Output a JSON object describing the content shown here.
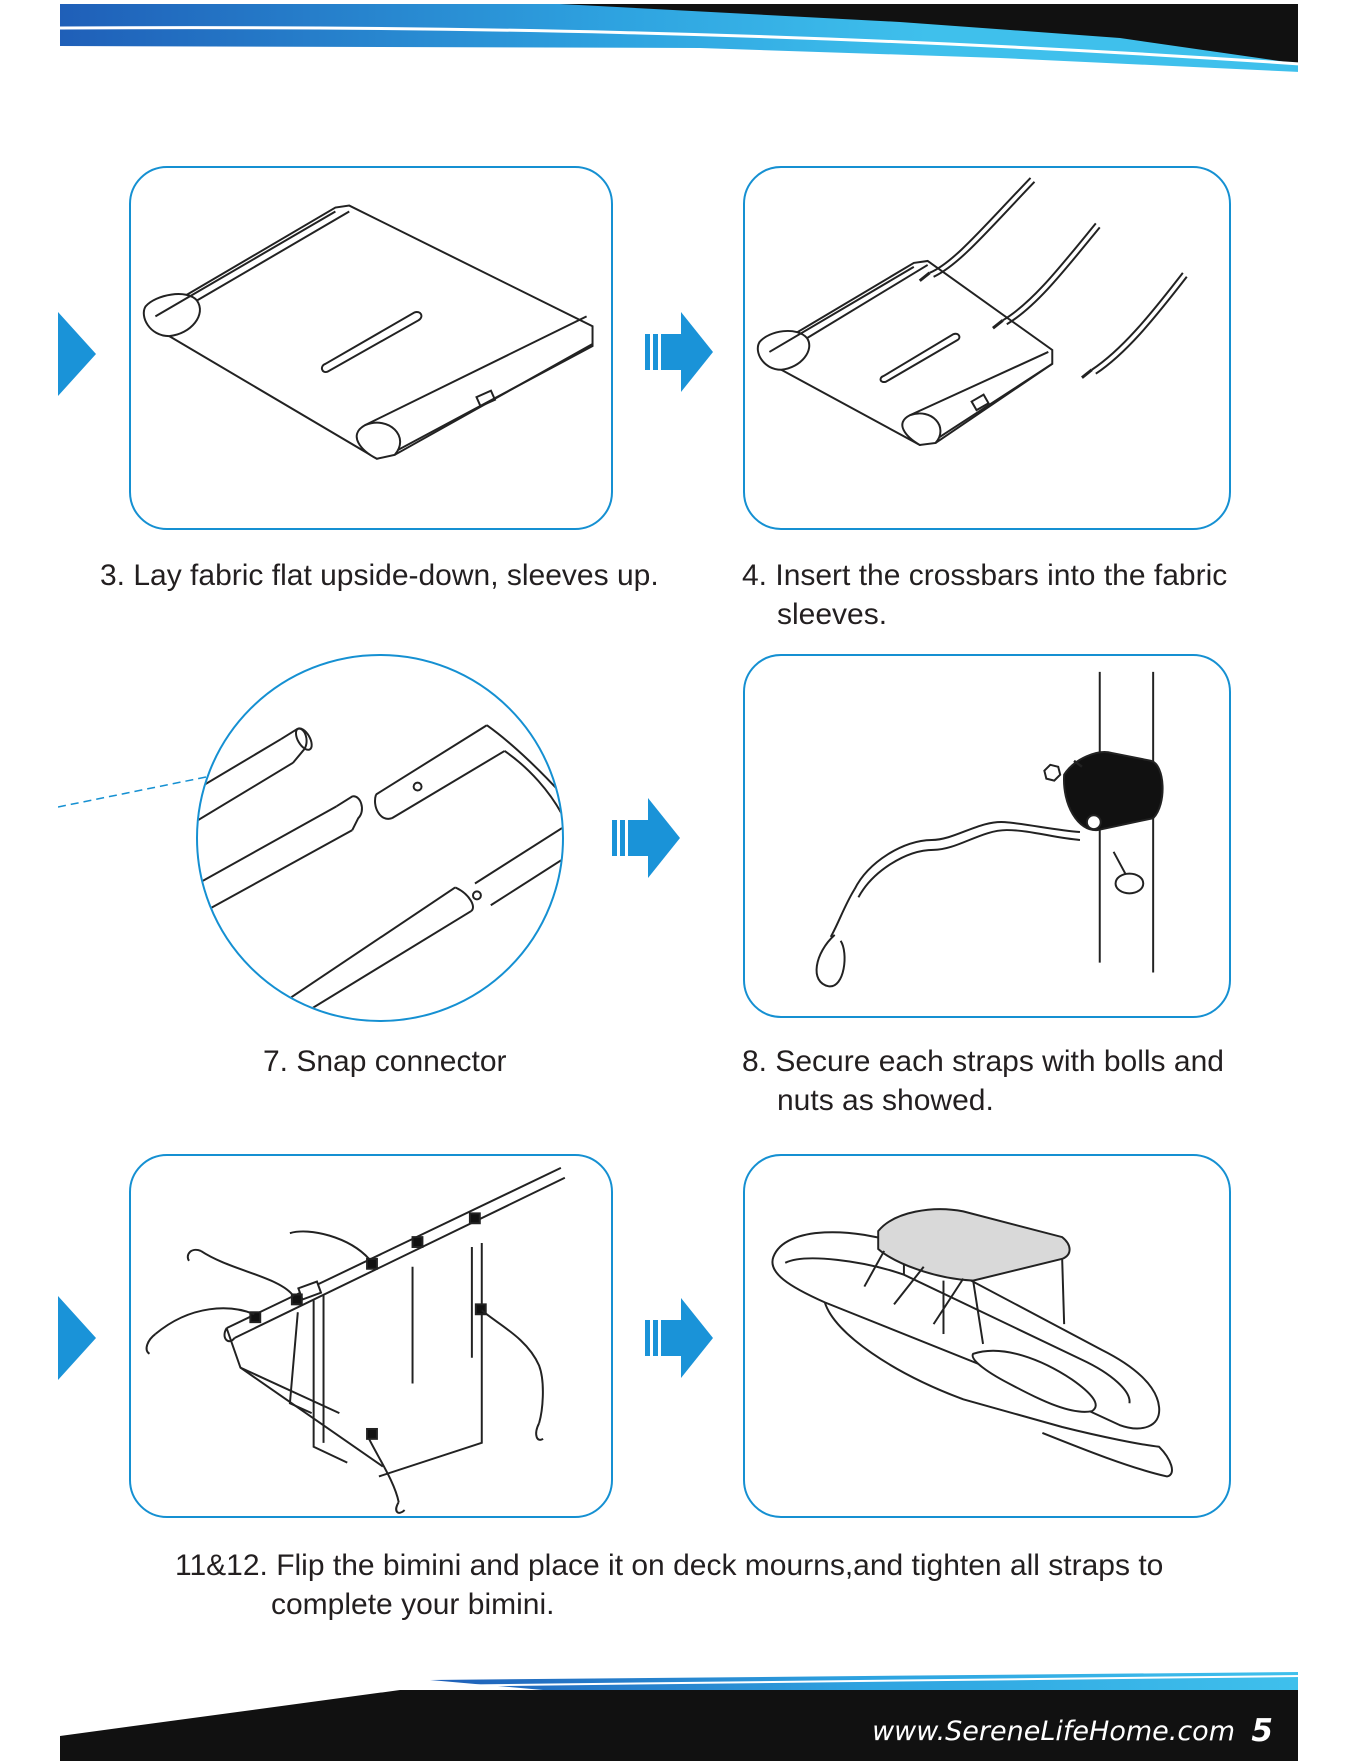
{
  "steps": {
    "step3": {
      "caption": "3. Lay fabric flat upside-down, sleeves up."
    },
    "step4": {
      "line1": "4. Insert the crossbars into the fabric",
      "line2": "sleeves."
    },
    "step7": {
      "caption": "7. Snap connector"
    },
    "step8": {
      "line1": "8. Secure each straps with bolls and",
      "line2": "nuts as showed."
    },
    "step11_12": {
      "line1": "11&12. Flip the bimini and place it on deck mourns,and tighten all straps to",
      "line2": "complete your bimini."
    }
  },
  "footer": {
    "url": "www.SereneLifeHome.com",
    "page_number": "5"
  },
  "colors": {
    "accent": "#1590d2",
    "arrow": "#1a93d8",
    "band_dark": "#111111",
    "band_light": "#3fc0ec"
  }
}
